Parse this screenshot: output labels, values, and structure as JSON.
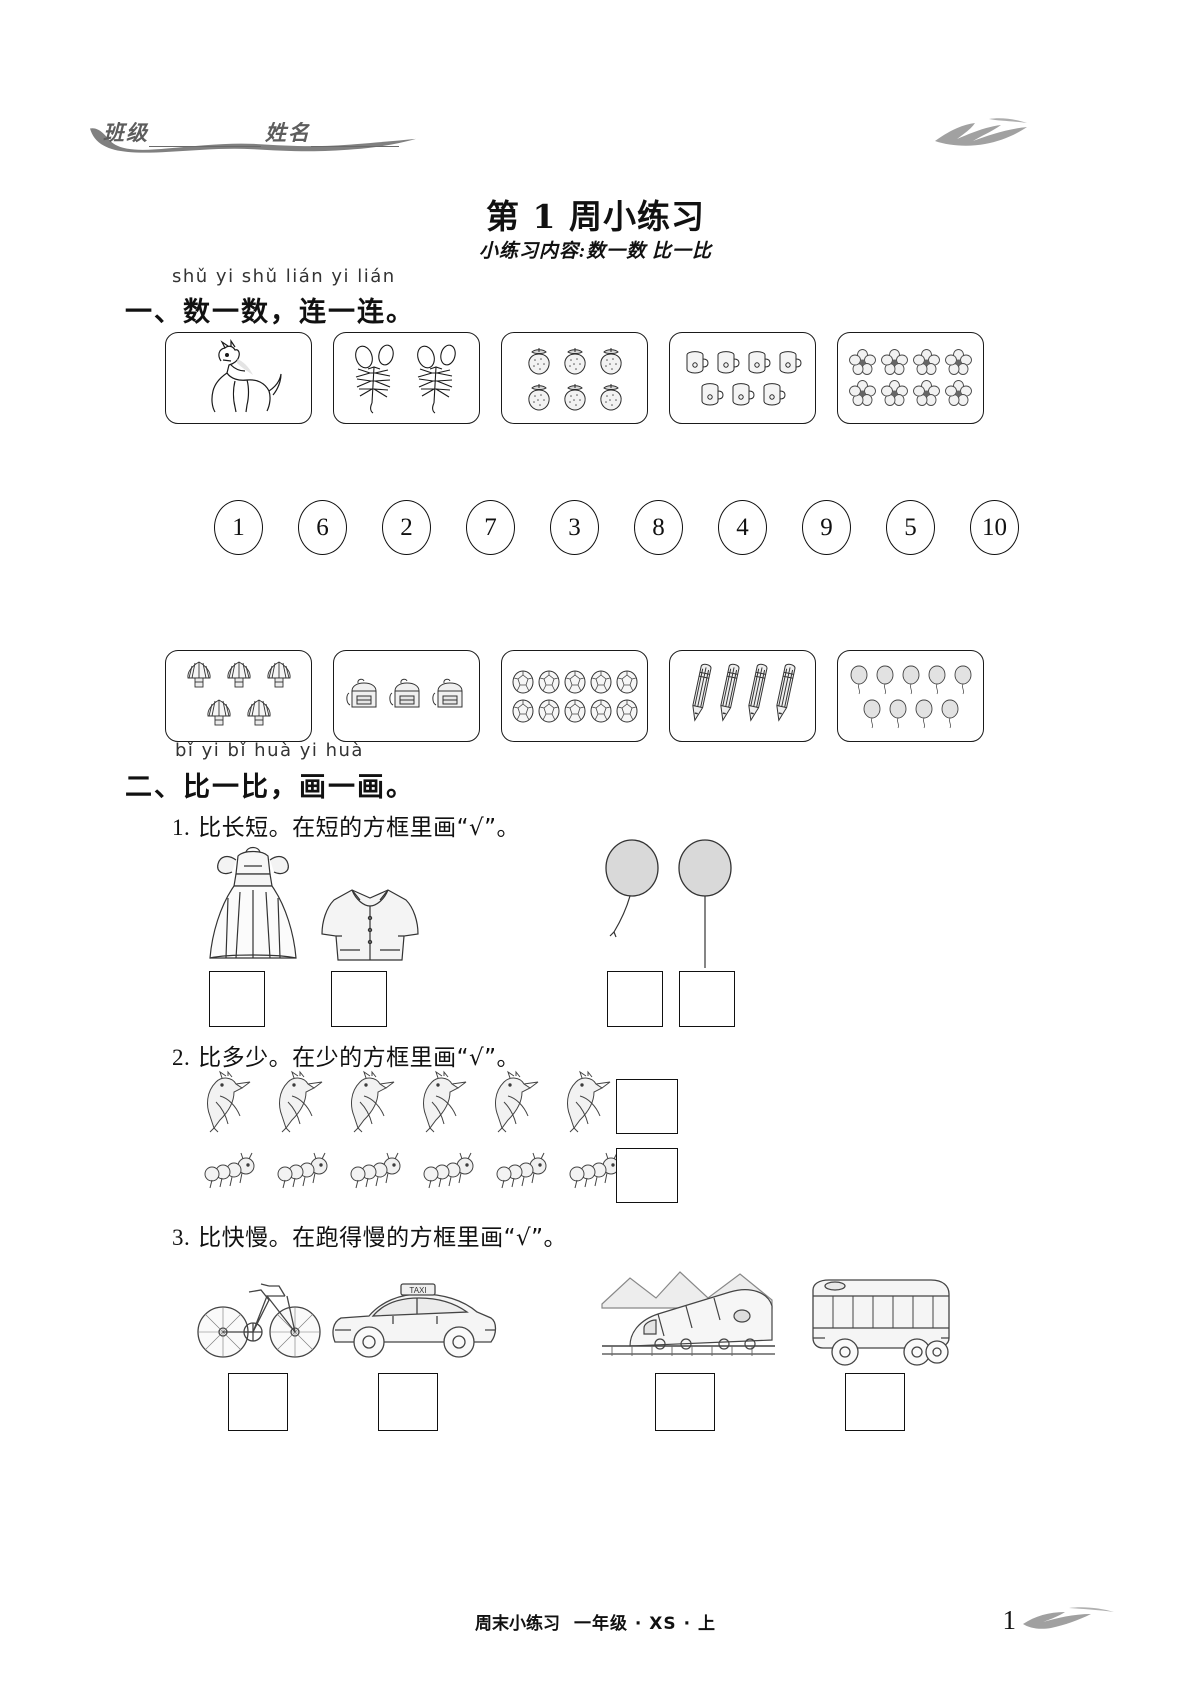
{
  "header": {
    "class_label": "班级",
    "name_label": "姓名",
    "brush_icon": "ink-brush-stroke"
  },
  "title": "第 1 周小练习",
  "subtitle": "小练习内容:数一数   比一比",
  "section1": {
    "pinyin": "shǔ yi shǔ  lián yi lián",
    "heading": "一、数一数，连一连。",
    "top_boxes": [
      {
        "icon": "horse-icon",
        "count": 1,
        "label": "马"
      },
      {
        "icon": "scorpion-icon",
        "count": 2,
        "label": "虾"
      },
      {
        "icon": "strawberry-icon",
        "count": 6,
        "label": "草莓"
      },
      {
        "icon": "mug-icon",
        "count": 7,
        "label": "杯子"
      },
      {
        "icon": "flower-icon",
        "count": 8,
        "label": "花"
      }
    ],
    "numbers": [
      "1",
      "2",
      "3",
      "4",
      "5",
      "6",
      "7",
      "8",
      "9",
      "10"
    ],
    "bottom_boxes": [
      {
        "icon": "shuttlecock-icon",
        "count": 5,
        "label": "毽子"
      },
      {
        "icon": "backpack-icon",
        "count": 3,
        "label": "书包"
      },
      {
        "icon": "soccer-ball-icon",
        "count": 10,
        "label": "足球"
      },
      {
        "icon": "pencil-icon",
        "count": 4,
        "label": "铅笔"
      },
      {
        "icon": "balloon-icon",
        "count": 9,
        "label": "气球"
      }
    ]
  },
  "section2": {
    "pinyin": "bǐ yi bǐ  huà yi huà",
    "heading": "二、比一比，画一画。",
    "questions": [
      {
        "number": "1.",
        "text": "比长短。在短的方框里画“√”。",
        "left_items": [
          {
            "icon": "dress-icon",
            "label": "连衣裙"
          },
          {
            "icon": "jacket-icon",
            "label": "外套"
          }
        ],
        "right_items": [
          {
            "icon": "balloon-short-string-icon",
            "label": "气球1"
          },
          {
            "icon": "balloon-long-string-icon",
            "label": "气球2"
          }
        ],
        "answer_boxes": 4
      },
      {
        "number": "2.",
        "text": "比多少。在少的方框里画“√”。",
        "rows": [
          {
            "icon": "bird-icon",
            "count": 6,
            "label": "小鸟"
          },
          {
            "icon": "caterpillar-icon",
            "count": 6,
            "label": "毛毛虫"
          }
        ],
        "answer_boxes": 2
      },
      {
        "number": "3.",
        "text": "比快慢。在跑得慢的方框里画“√”。",
        "left_items": [
          {
            "icon": "bicycle-icon",
            "label": "自行车"
          },
          {
            "icon": "taxi-icon",
            "label": "出租车",
            "badge": "TAXI"
          }
        ],
        "right_items": [
          {
            "icon": "train-icon",
            "label": "火车"
          },
          {
            "icon": "bus-icon",
            "label": "公共汽车"
          }
        ],
        "answer_boxes": 4
      }
    ]
  },
  "footer": {
    "left_text": "周末小练习",
    "right_text": "一年级 · XS · 上",
    "page_number": "1",
    "brush_icon": "ink-brush-stroke"
  },
  "colors": {
    "ink": "#111111",
    "brush": "#6a6a6a",
    "fill": "#e9e9e9"
  }
}
